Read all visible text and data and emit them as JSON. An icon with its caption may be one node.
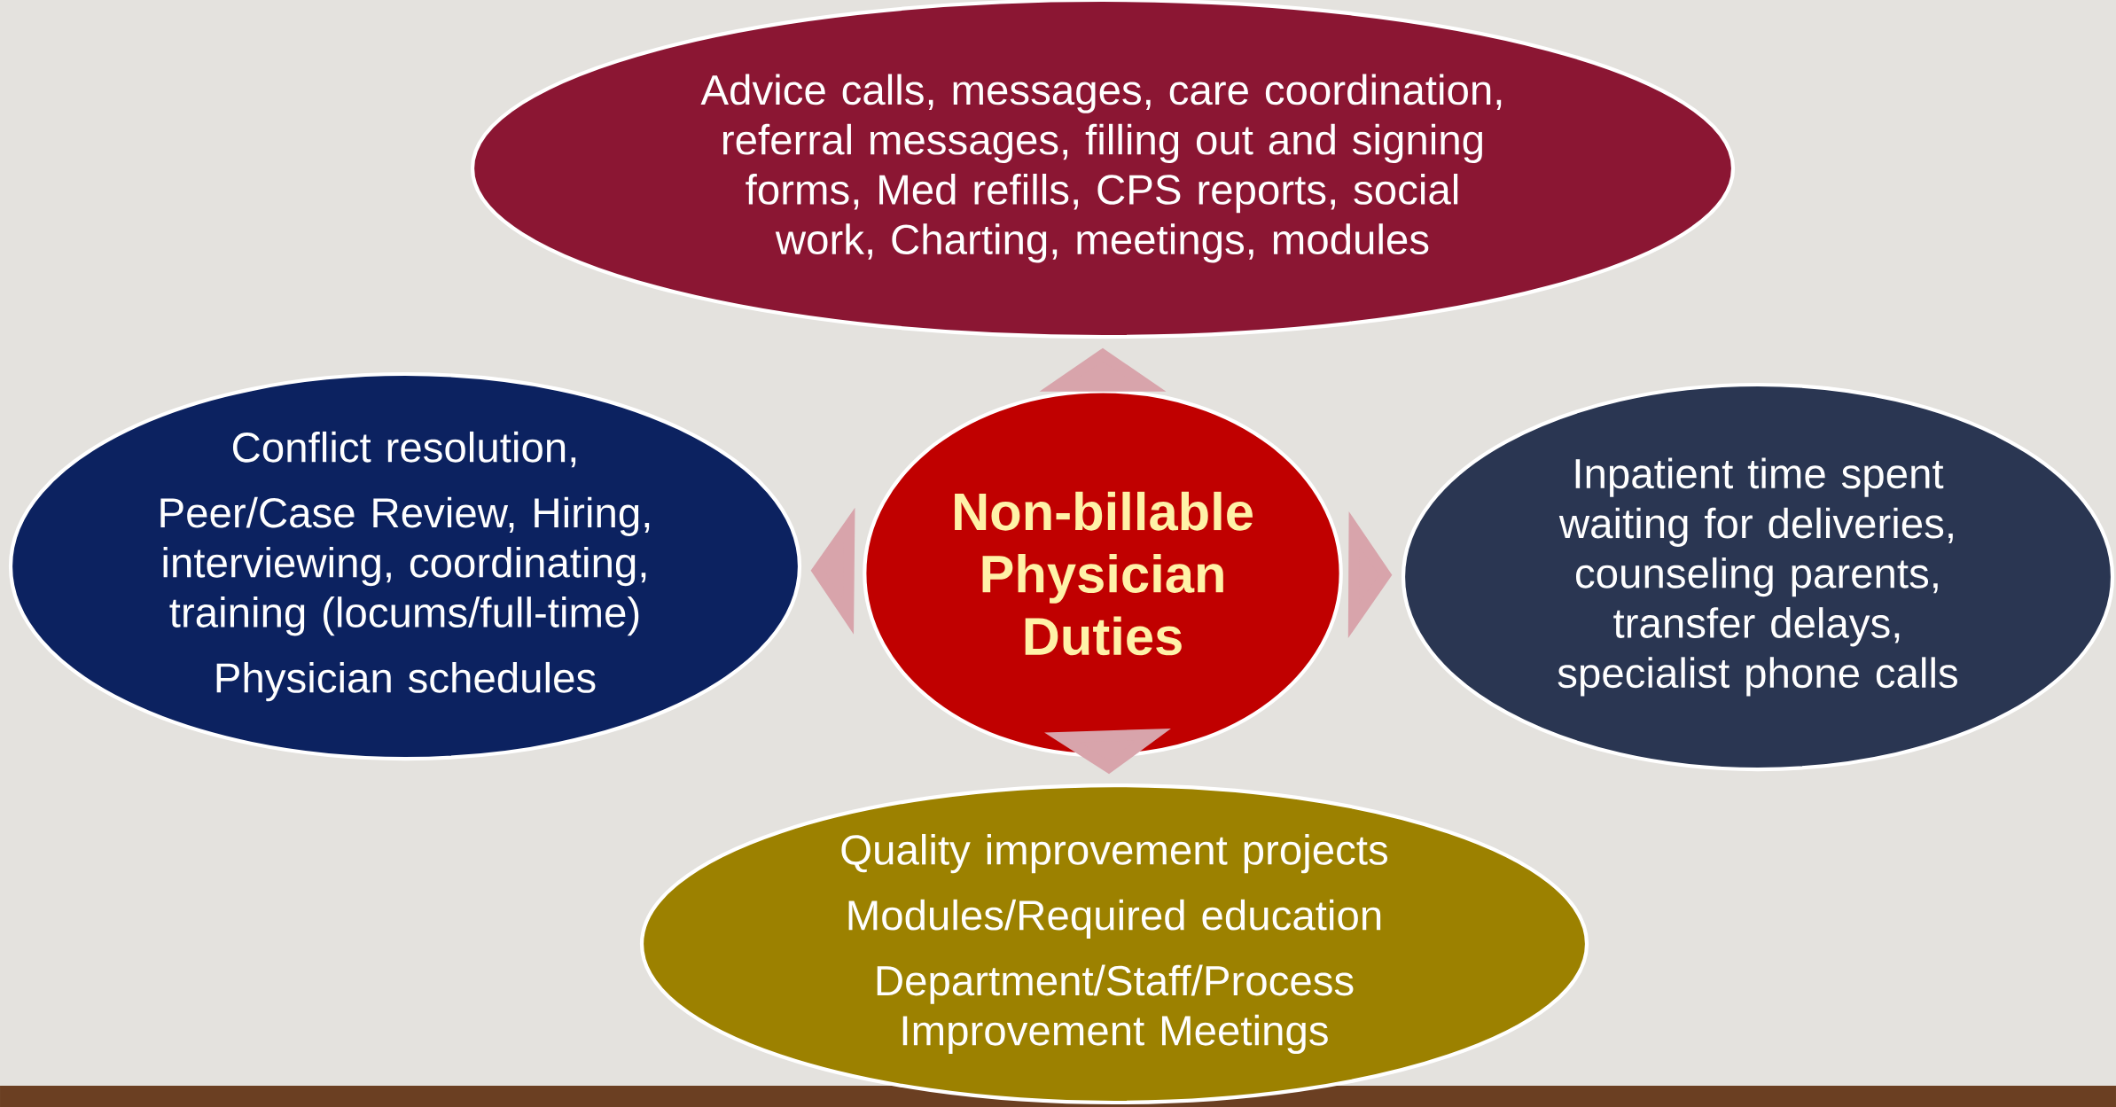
{
  "diagram": {
    "nodes": [
      {
        "text": [
          "Non-billable Physician Duties"
        ]
      },
      {
        "text": [
          "Advice calls, messages, care coordination, referral messages, filling out and signing forms, Med refills, CPS reports, social work, Charting, meetings, modules"
        ]
      },
      {
        "text": [
          "Conflict resolution,",
          "Peer/Case Review, Hiring, interviewing, coordinating, training (locums/full-time)",
          "Physician schedules"
        ]
      },
      {
        "text": [
          "Inpatient time spent waiting for deliveries, counseling parents, transfer delays, specialist phone calls"
        ]
      },
      {
        "text": [
          "Quality improvement projects",
          "Modules/Required education",
          "Department/Staff/Process Improvement Meetings"
        ]
      }
    ],
    "edges": [
      {
        "from": 0,
        "to": 1,
        "arrow": "to"
      },
      {
        "from": 0,
        "to": 2,
        "arrow": "to"
      },
      {
        "from": 0,
        "to": 3,
        "arrow": "to"
      },
      {
        "from": 0,
        "to": 4,
        "arrow": "to"
      }
    ]
  }
}
